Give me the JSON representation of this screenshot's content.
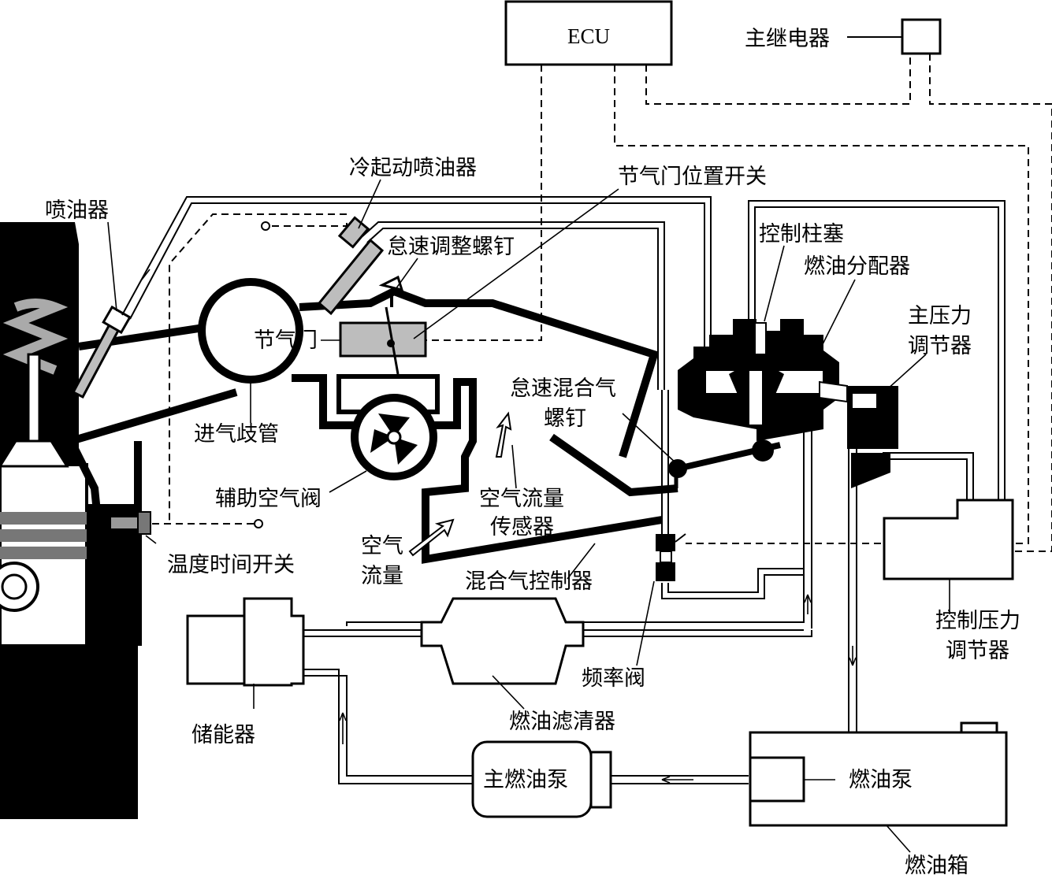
{
  "labels": {
    "ecu": "ECU",
    "main_relay": "主继电器",
    "injector": "喷油器",
    "cold_start_injector": "冷起动喷油器",
    "throttle_position_switch": "节气门位置开关",
    "idle_adjust_screw": "怠速调整螺钉",
    "control_plunger": "控制柱塞",
    "fuel_distributor": "燃油分配器",
    "main_pressure_regulator_1": "主压力",
    "main_pressure_regulator_2": "调节器",
    "throttle_valve": "节气门",
    "idle_mixture_screw_1": "怠速混合气",
    "idle_mixture_screw_2": "螺钉",
    "intake_manifold": "进气歧管",
    "aux_air_valve": "辅助空气阀",
    "air_flow_sensor_1": "空气流量",
    "air_flow_sensor_2": "传感器",
    "thermo_time_switch": "温度时间开关",
    "air_flow_1": "空气",
    "air_flow_2": "流量",
    "mixture_controller": "混合气控制器",
    "control_pressure_regulator_1": "控制压力",
    "control_pressure_regulator_2": "调节器",
    "frequency_valve": "频率阀",
    "accumulator": "储能器",
    "fuel_filter": "燃油滤清器",
    "main_fuel_pump": "主燃油泵",
    "fuel_pump": "燃油泵",
    "fuel_tank": "燃油箱"
  }
}
